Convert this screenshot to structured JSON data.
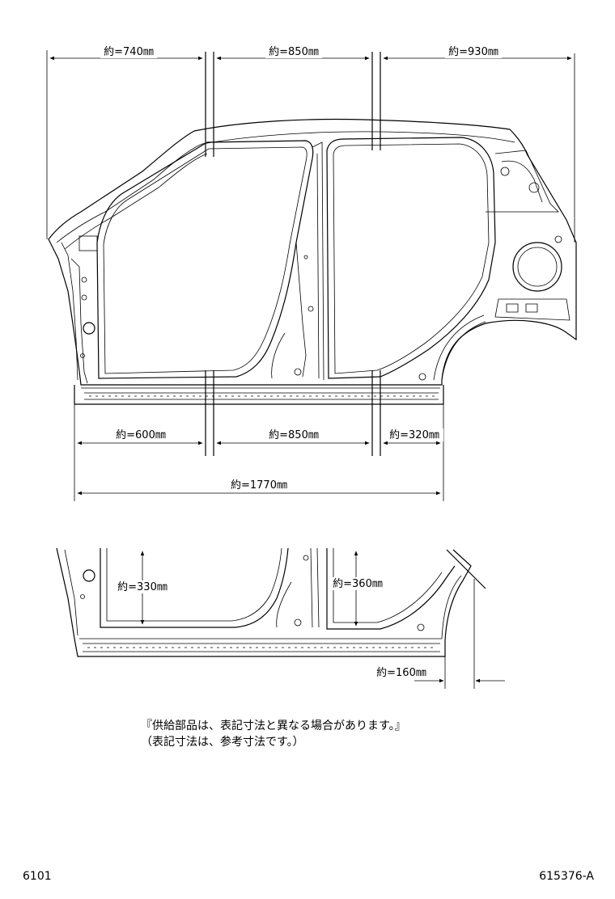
{
  "top_view": {
    "upper_dims": [
      "約=740㎜",
      "約=850㎜",
      "約=930㎜"
    ],
    "lower_dims": [
      "約=600㎜",
      "約=850㎜",
      "約=320㎜"
    ],
    "total_dim": "約=1770㎜"
  },
  "detail_view": {
    "dim_front_height": "約=330㎜",
    "dim_rear_height": "約=360㎜",
    "dim_rear_cut": "約=160㎜"
  },
  "notes": {
    "line1": "『供給部品は、表記寸法と異なる場合があります。』",
    "line2": "（表記寸法は、参考寸法です。）"
  },
  "footer": {
    "left_code": "6101",
    "right_code": "615376-A"
  }
}
